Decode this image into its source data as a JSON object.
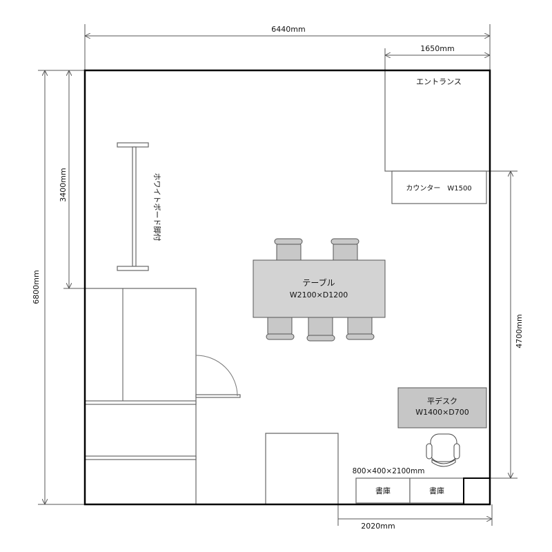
{
  "dimensions": {
    "total_width": "6440mm",
    "entrance_width": "1650mm",
    "total_depth": "6800mm",
    "wall_to_storage": "3400mm",
    "counter_to_shelf": "4700mm",
    "shelf_run": "2020mm"
  },
  "rooms": {
    "entrance": "エントランス",
    "counter": "カウンター　W1500",
    "whiteboard": "ホワイトボード脚付",
    "table_name": "テーブル",
    "table_size": "W2100×D1200",
    "desk_name": "平デスク",
    "desk_size": "W1400×D700",
    "shelf_spec": "800×400×2100mm",
    "shelf_1": "書庫",
    "shelf_2": "書庫"
  },
  "colors": {
    "table": "#d3d3d3",
    "desk": "#c6c6c6",
    "chair": "#c8c8c8"
  }
}
